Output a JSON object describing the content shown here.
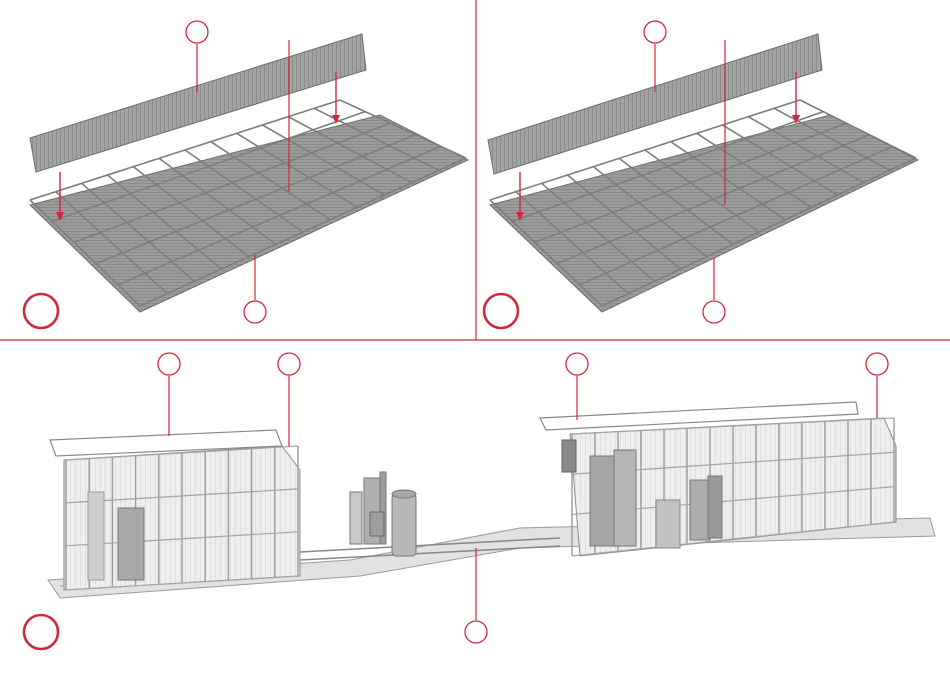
{
  "colors": {
    "accent": "#d2283c",
    "frame": "#8a8a8a",
    "frame_light": "#c9c9c9",
    "panel": "#9a9a9a",
    "background": "#ffffff"
  },
  "panels": [
    {
      "id": "step-top-left",
      "step_number": "",
      "callouts": [
        "",
        "",
        ""
      ]
    },
    {
      "id": "step-top-right",
      "step_number": "",
      "callouts": [
        "",
        "",
        ""
      ]
    },
    {
      "id": "step-bottom",
      "step_number": "",
      "callouts": [
        "",
        "",
        "",
        "",
        ""
      ]
    }
  ],
  "parts": {
    "roof_panel": "corrugated-roof-panel",
    "roof_frame": "roof-frame-grid",
    "greenhouse": "greenhouse-enclosure",
    "base_plate": "base-plate",
    "water_tower": "water-tank"
  }
}
